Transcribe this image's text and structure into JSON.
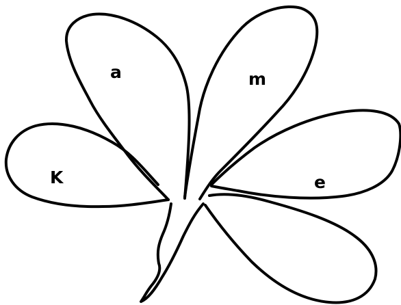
{
  "labels": {
    "top_left": "a",
    "top_right": "m",
    "left": "K",
    "right": "e"
  }
}
